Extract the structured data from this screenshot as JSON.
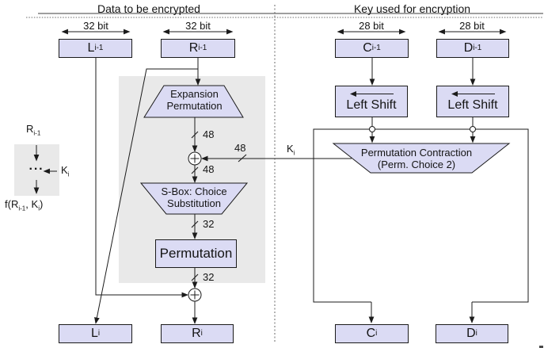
{
  "header": {
    "left_title": "Data to be encrypted",
    "right_title": "Key used for encryption"
  },
  "bit_widths": {
    "l_prev": "32 bit",
    "r_prev": "32 bit",
    "c_prev": "28 bit",
    "d_prev": "28 bit"
  },
  "registers": {
    "l_prev": [
      "L",
      "i-1"
    ],
    "r_prev": [
      "R",
      "i-1"
    ],
    "c_prev": [
      "C",
      "i-1"
    ],
    "d_prev": [
      "D",
      "i-1"
    ],
    "l_next": [
      "L",
      "i"
    ],
    "r_next": [
      "R",
      "i"
    ],
    "c_next": [
      "C",
      "i"
    ],
    "d_next": [
      "D",
      "i"
    ]
  },
  "blocks": {
    "expansion_permutation": [
      "Expansion",
      "Permutation"
    ],
    "sbox": [
      "S-Box: Choice",
      "Substitution"
    ],
    "permutation": "Permutation",
    "left_shift_c": "Left Shift",
    "left_shift_d": "Left Shift",
    "permutation_contraction": [
      "Permutation Contraction",
      "(Perm. Choice 2)"
    ]
  },
  "wire_labels": {
    "expansion_out": "48",
    "subkey_in": "48",
    "xor_out": "48",
    "sbox_out": "32",
    "permutation_out": "32",
    "subkey": [
      "K",
      "i"
    ]
  },
  "legend": {
    "input": [
      "R",
      "i-1"
    ],
    "dots": "···",
    "key": [
      "K",
      "i"
    ],
    "output": [
      "f(R",
      "i-1",
      ", K",
      "i",
      ")"
    ]
  },
  "colors": {
    "box_fill": "#dbdbf4",
    "panel_fill": "#e9e9e9",
    "line": "#1b1b1b"
  }
}
